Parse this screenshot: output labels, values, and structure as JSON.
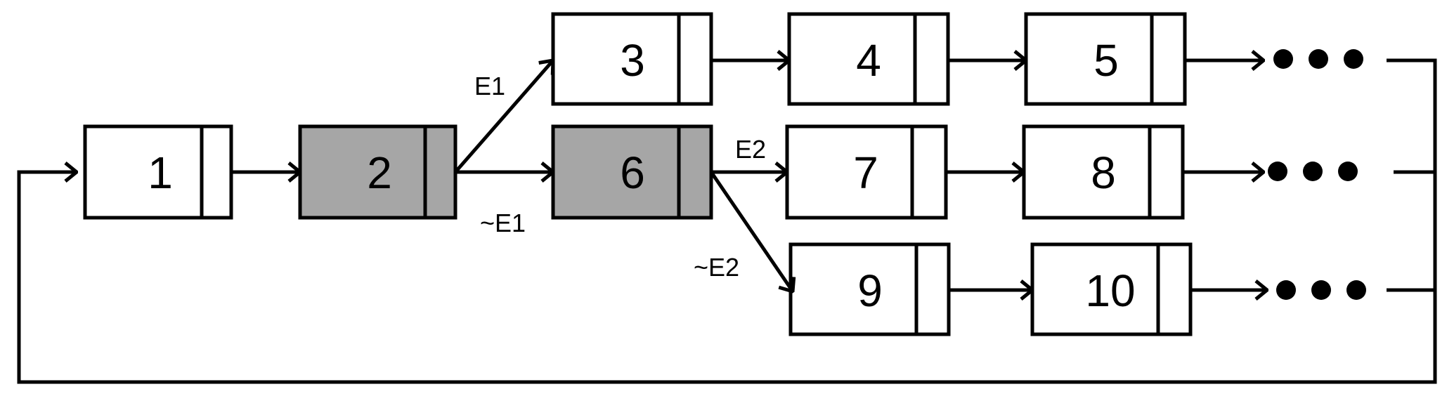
{
  "colors": {
    "stroke": "#000000",
    "node_fill": "#ffffff",
    "highlight_fill": "#a6a6a6"
  },
  "nodes": [
    {
      "id": "1",
      "label": "1",
      "highlighted": false
    },
    {
      "id": "2",
      "label": "2",
      "highlighted": true
    },
    {
      "id": "3",
      "label": "3",
      "highlighted": false
    },
    {
      "id": "4",
      "label": "4",
      "highlighted": false
    },
    {
      "id": "5",
      "label": "5",
      "highlighted": false
    },
    {
      "id": "6",
      "label": "6",
      "highlighted": true
    },
    {
      "id": "7",
      "label": "7",
      "highlighted": false
    },
    {
      "id": "8",
      "label": "8",
      "highlighted": false
    },
    {
      "id": "9",
      "label": "9",
      "highlighted": false
    },
    {
      "id": "10",
      "label": "10",
      "highlighted": false
    }
  ],
  "edges": [
    {
      "from": "1",
      "to": "2",
      "label": ""
    },
    {
      "from": "2",
      "to": "3",
      "label": "E1"
    },
    {
      "from": "2",
      "to": "6",
      "label": "~E1"
    },
    {
      "from": "3",
      "to": "4",
      "label": ""
    },
    {
      "from": "4",
      "to": "5",
      "label": ""
    },
    {
      "from": "6",
      "to": "7",
      "label": "E2"
    },
    {
      "from": "6",
      "to": "9",
      "label": "~E2"
    },
    {
      "from": "7",
      "to": "8",
      "label": ""
    },
    {
      "from": "9",
      "to": "10",
      "label": ""
    }
  ],
  "continuations": [
    "5",
    "8",
    "10"
  ]
}
